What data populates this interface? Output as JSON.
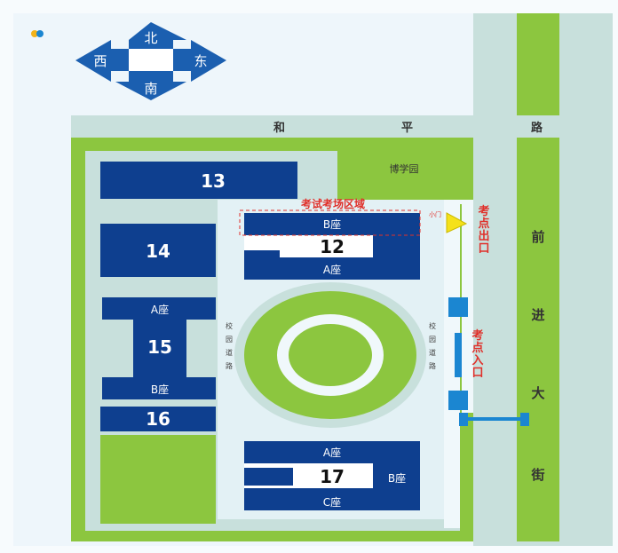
{
  "compass": {
    "north": "北",
    "south": "南",
    "west": "西",
    "east": "东"
  },
  "roads": {
    "heping": [
      "和",
      "平",
      "路"
    ],
    "qianjin": [
      "前",
      "进",
      "大",
      "街"
    ],
    "campus_road": [
      "校",
      "园",
      "道",
      "路"
    ]
  },
  "areas": {
    "boxueyuan": "博学园",
    "exam_zone": "考试考场区域",
    "side_gate": "小门",
    "exit": [
      "考",
      "点",
      "出",
      "口"
    ],
    "entrance": [
      "考",
      "点",
      "入",
      "口"
    ]
  },
  "buildings": {
    "b13": "13",
    "b14": "14",
    "b15": "15",
    "b16": "16",
    "b12": "12",
    "b17": "17",
    "wing_a": "A座",
    "wing_b": "B座",
    "wing_c": "C座"
  },
  "colors": {
    "navy": "#0e3f8f",
    "green": "#8cc63f",
    "road": "#c8e0dc",
    "red": "#e0302a",
    "blue": "#1b86d1",
    "yellow": "#f5e11a"
  }
}
